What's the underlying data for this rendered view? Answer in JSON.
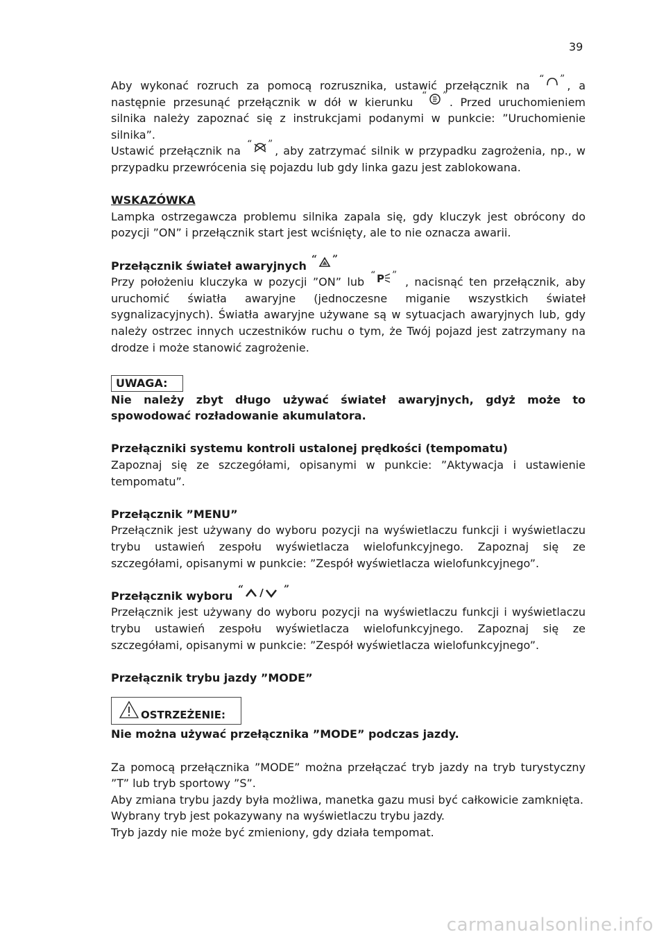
{
  "page_number": "39",
  "p1": {
    "t1": "Aby wykonać rozruch za pomocą rozrusznika, ustawić przełącznik na ",
    "t2": ", a następnie przesunąć przełącznik w dół w kierunku ",
    "t3": ". Przed uruchomieniem silnika należy zapoznać się z instrukcjami podanymi w punkcie: ”Uruchomienie silnika”."
  },
  "p2": {
    "t1": "Ustawić przełącznik na ",
    "t2": ", aby zatrzymać silnik w przypadku zagrożenia, np., w przypadku przewrócenia się pojazdu lub gdy linka gazu jest zablokowana."
  },
  "wskazowka": {
    "heading": "WSKAZÓWKA",
    "text": "Lampka ostrzegawcza problemu silnika zapala się, gdy kluczyk jest obrócony do pozycji ”ON” i przełącznik start jest wciśnięty, ale to nie oznacza awarii."
  },
  "hazard": {
    "heading": "Przełącznik świateł awaryjnych ",
    "t1": "Przy położeniu kluczyka w pozycji ”ON” lub ",
    "t2": " , nacisnąć ten przełącznik, aby uruchomić światła awaryjne (jednoczesne miganie wszystkich świateł sygnalizacyjnych). Światła awaryjne używane są w sytuacjach awaryjnych lub, gdy należy ostrzec innych uczestników ruchu o tym, że Twój pojazd jest zatrzymany na drodze i może stanowić zagrożenie."
  },
  "uwaga": {
    "label": "UWAGA:",
    "text": "Nie należy zbyt długo używać świateł awaryjnych, gdyż może to spowodować rozładowanie akumulatora."
  },
  "cruise": {
    "heading": "Przełączniki systemu kontroli ustalonej prędkości (tempomatu)",
    "text": "Zapoznaj się ze szczegółami, opisanymi w punkcie: ”Aktywacja i ustawienie tempomatu”."
  },
  "menu": {
    "heading": "Przełącznik ”MENU”",
    "text": "Przełącznik jest używany do wyboru pozycji na wyświetlaczu funkcji i wyświetlaczu trybu ustawień zespołu wyświetlacza wielofunkcyjnego. Zapoznaj się ze szczegółami, opisanymi w punkcie: ”Zespół wyświetlacza wielofunkcyjnego”."
  },
  "select": {
    "heading": "Przełącznik wyboru ",
    "text": "Przełącznik jest używany do wyboru pozycji na wyświetlaczu funkcji i wyświetlaczu trybu ustawień zespołu wyświetlacza wielofunkcyjnego. Zapoznaj się ze szczegółami, opisanymi w punkcie: ”Zespół wyświetlacza wielofunkcyjnego”."
  },
  "mode": {
    "heading": "Przełącznik trybu jazdy ”MODE”",
    "warning_label": "OSTRZEŻENIE:",
    "warning_text": "Nie można używać przełącznika ”MODE” podczas jazdy.",
    "p1": "Za pomocą przełącznika ”MODE” można przełączać tryb jazdy na tryb turystyczny ”T” lub tryb sportowy ”S”.",
    "p2": "Aby zmiana trybu jazdy była możliwa, manetka gazu musi być całkowicie zamknięta.",
    "p3": "Wybrany tryb jest pokazywany na wyświetlaczu trybu jazdy.",
    "p4": "Tryb jazdy nie może być zmieniony, gdy działa tempomat."
  },
  "watermark": "carmanualsonline.info",
  "icons": {
    "run": "engine-run-switch-icon",
    "start": "start-switch-icon",
    "stop": "engine-stop-switch-icon",
    "hazard": "hazard-triangle-icon",
    "parking": "parking-position-icon",
    "updown": "up-down-chevron-icon",
    "warning": "warning-triangle-icon"
  }
}
